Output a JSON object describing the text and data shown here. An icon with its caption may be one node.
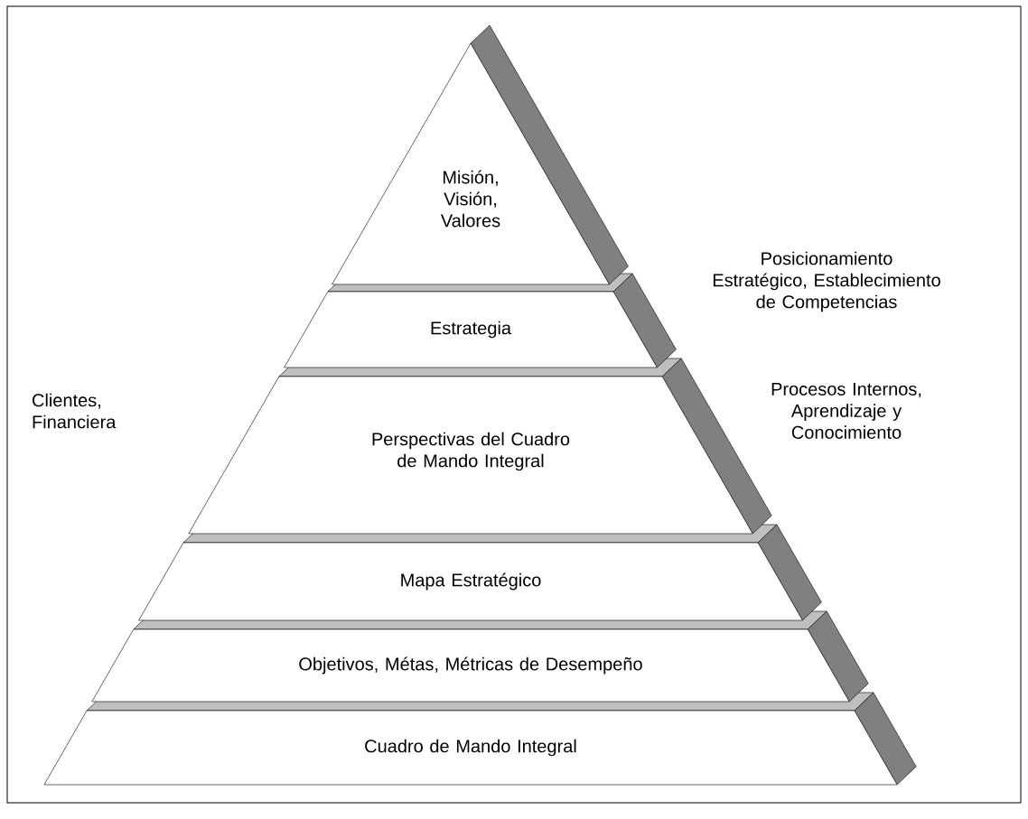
{
  "diagram": {
    "nodes": [
      {
        "text": [
          "Misión, Visión, Valores"
        ]
      },
      {
        "text": [
          "Estrategia"
        ]
      },
      {
        "text": [
          "Perspectivas del Cuadro de Mando Integral"
        ]
      },
      {
        "text": [
          "Mapa Estratégico"
        ]
      },
      {
        "text": [
          "Objetivos,  Métas, Métricas de Desempeño"
        ]
      },
      {
        "text": [
          "Cuadro de Mando Integral"
        ]
      }
    ],
    "labels": [
      "Posicionamiento Estratégico, Establecimiento de Competencias",
      "Clientes, Financiera",
      "Procesos Internos, Aprendizaje y Conocimiento"
    ]
  }
}
